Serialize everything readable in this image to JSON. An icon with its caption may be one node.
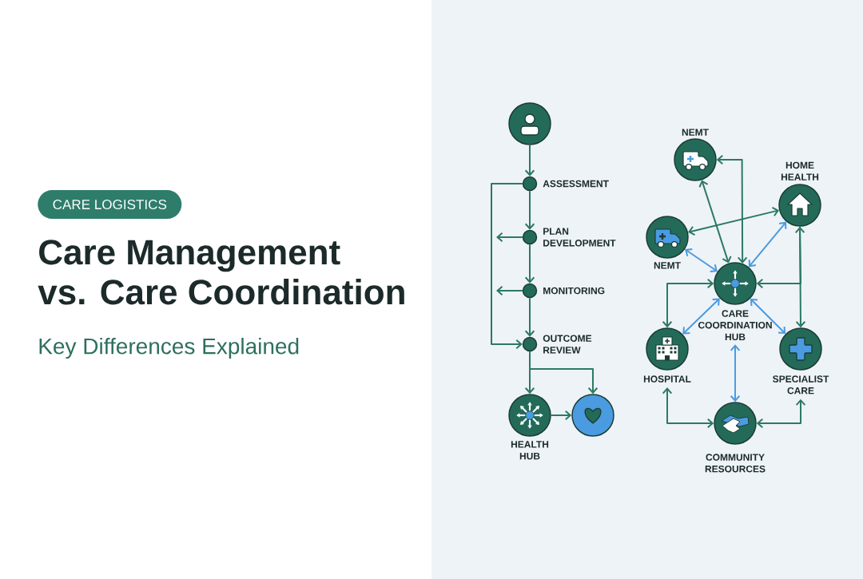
{
  "diagram": {
    "title": "Care Management vs. Care Coordination",
    "nodes": [
      {
        "text": [],
        "shape": "circle"
      },
      {
        "text": [
          "ASSESSMENT"
        ]
      },
      {
        "text": [
          "PLAN DEVELOPMENT"
        ]
      },
      {
        "text": [
          "MONITORING"
        ]
      },
      {
        "text": [
          "OUTCOME REVIEW"
        ]
      },
      {
        "text": [
          "HEALTH HUB"
        ]
      },
      {
        "text": [],
        "shape": "circle"
      },
      {
        "text": [
          "NEMT"
        ]
      },
      {
        "text": [
          "HOME HEALTH"
        ]
      },
      {
        "text": [
          "NEMT"
        ]
      },
      {
        "text": [
          "CARE COORDINATION HUB"
        ]
      },
      {
        "text": [
          "HOSPITAL"
        ]
      },
      {
        "text": [
          "SPECIALIST CARE"
        ]
      },
      {
        "text": [
          "COMMUNITY RESOURCES"
        ]
      }
    ],
    "edges": [
      {
        "from": 0,
        "to": 1,
        "arrow": "to"
      },
      {
        "from": 1,
        "to": 2,
        "arrow": "to"
      },
      {
        "from": 2,
        "to": 3,
        "arrow": "to"
      },
      {
        "from": 3,
        "to": 4,
        "arrow": "to"
      },
      {
        "from": 1,
        "to": 4,
        "arrow": "to"
      },
      {
        "from": 2,
        "to": null,
        "arrow": "to"
      },
      {
        "from": 3,
        "to": null,
        "arrow": "to"
      },
      {
        "from": 4,
        "to": 5,
        "arrow": "to"
      },
      {
        "from": 4,
        "to": 6,
        "arrow": "to"
      },
      {
        "from": 5,
        "to": 6,
        "arrow": "to"
      },
      {
        "from": 7,
        "to": 10,
        "arrow": "both"
      },
      {
        "from": 10,
        "to": 7,
        "arrow": "both"
      },
      {
        "from": 9,
        "to": 8,
        "arrow": "both"
      },
      {
        "from": 9,
        "to": 10,
        "arrow": "both",
        "color": "#4a9be0"
      },
      {
        "from": 10,
        "to": 8,
        "arrow": "both",
        "color": "#4a9be0"
      },
      {
        "from": 8,
        "to": 12,
        "arrow": "both"
      },
      {
        "from": 8,
        "to": 10,
        "arrow": "to"
      },
      {
        "from": 10,
        "to": 11,
        "arrow": "both"
      },
      {
        "from": 10,
        "to": 11,
        "arrow": "both",
        "color": "#4a9be0"
      },
      {
        "from": 10,
        "to": 12,
        "arrow": "both",
        "color": "#4a9be0"
      },
      {
        "from": 10,
        "to": 13,
        "arrow": "both",
        "color": "#4a9be0"
      },
      {
        "from": 11,
        "to": 13,
        "arrow": "both"
      },
      {
        "from": 12,
        "to": 13,
        "arrow": "both"
      }
    ],
    "labels": [
      "CARE LOGISTICS",
      "Key Differences Explained"
    ]
  }
}
